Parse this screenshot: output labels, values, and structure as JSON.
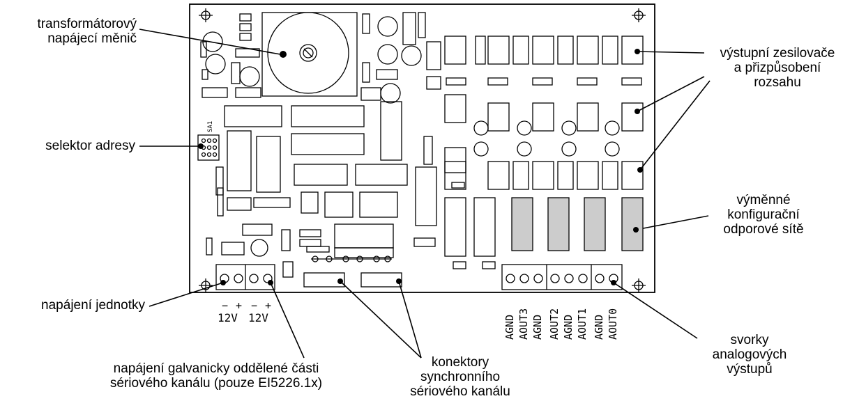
{
  "labels": {
    "transformer": [
      "transformátorový",
      "napájecí měnič"
    ],
    "address": "selektor adresy",
    "unit_power": "napájení jednotky",
    "galvanic": [
      "napájení galvanicky oddělené části",
      "sériového kanálu (pouze EI5226.1x)"
    ],
    "connectors": [
      "konektory",
      "synchronního",
      "sériového kanálu"
    ],
    "amplifiers": [
      "výstupní zesilovače",
      "a přizpůsobení",
      "rozsahu"
    ],
    "networks": [
      "výměnné",
      "konfigurační",
      "odporové sítě"
    ],
    "terminals": [
      "svorky",
      "analogových",
      "výstupů"
    ]
  },
  "board": {
    "sa1": "SA1",
    "power_signs": [
      "−",
      "+",
      "−",
      "+"
    ],
    "power_voltage": [
      "12V",
      "12V"
    ],
    "output_terminals": [
      "AGND",
      "AOUT3",
      "AGND",
      "AOUT2",
      "AGND",
      "AOUT1",
      "AGND",
      "AOUT0"
    ]
  },
  "colors": {
    "line": "#000000",
    "network_fill": "#cccccc",
    "background": "#ffffff"
  }
}
